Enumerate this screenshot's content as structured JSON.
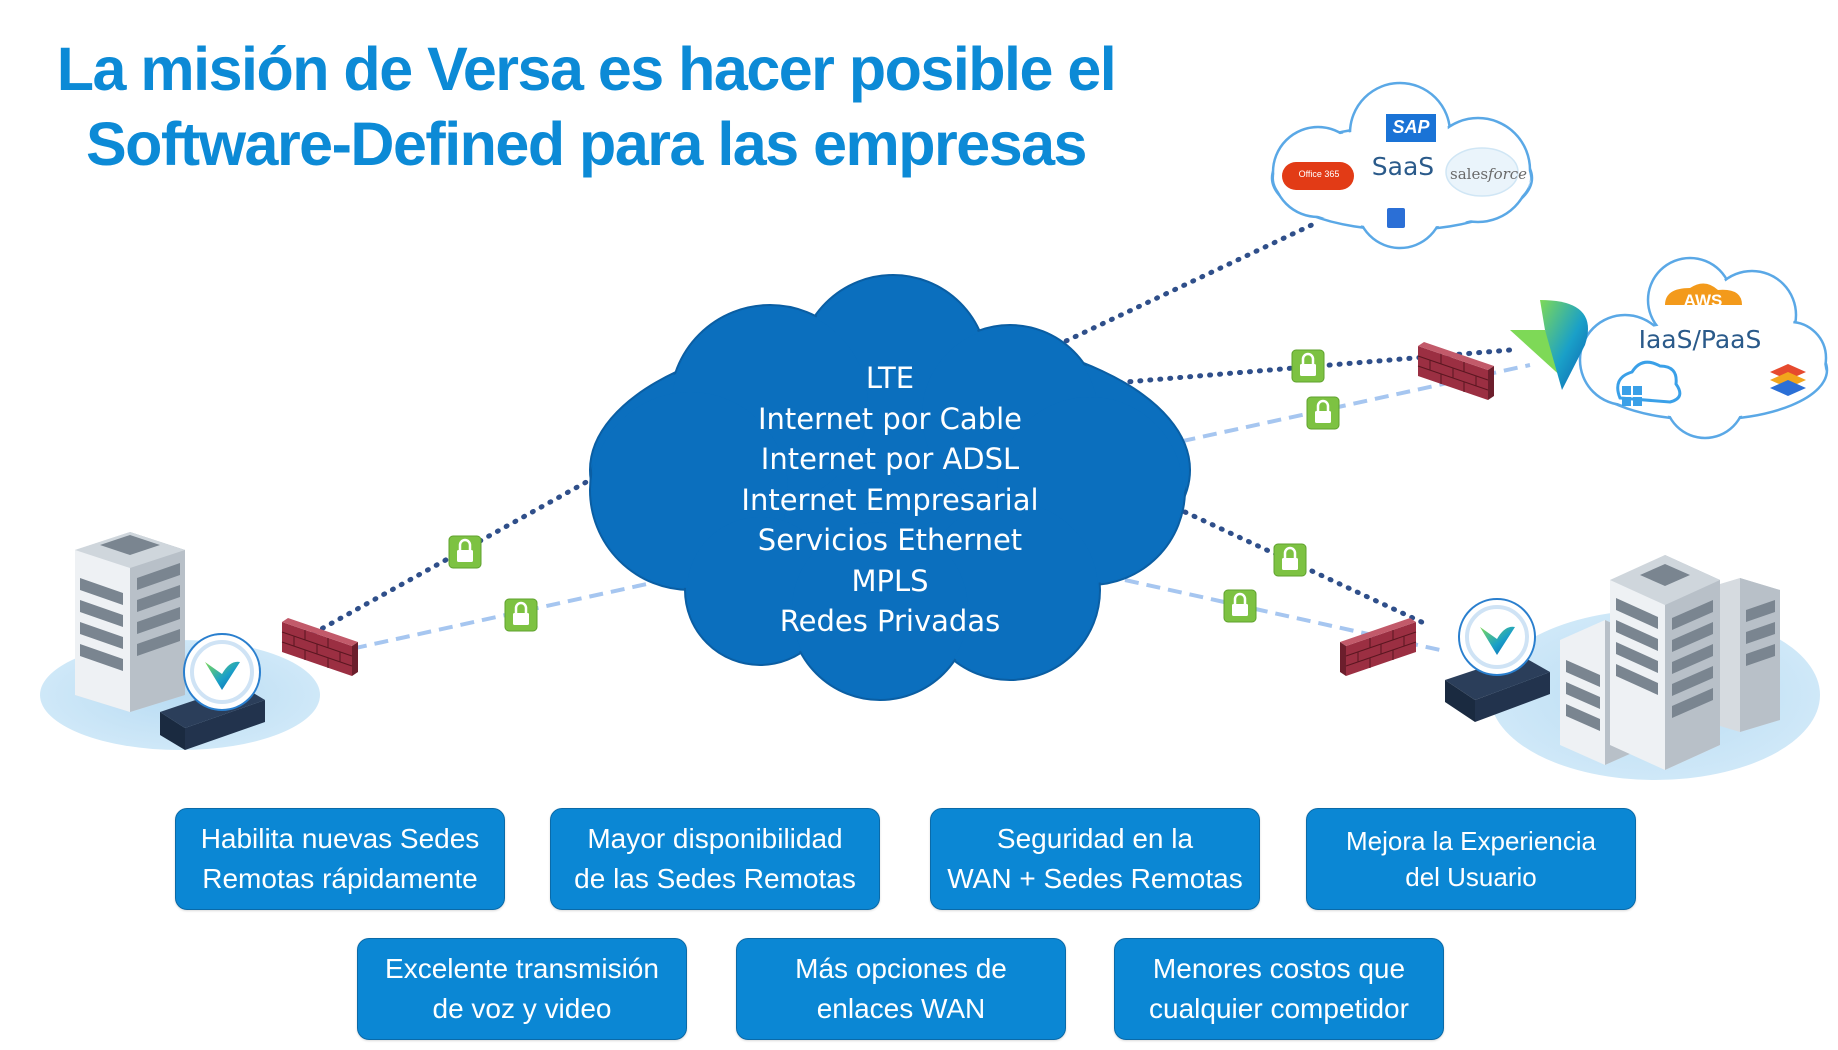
{
  "title": {
    "line1": "La misión de Versa es hacer posible el",
    "line2": "Software-Defined para las empresas"
  },
  "cloud": {
    "items": [
      "LTE",
      "Internet por Cable",
      "Internet por ADSL",
      "Internet Empresarial",
      "Servicios Ethernet",
      "MPLS",
      "Redes Privadas"
    ]
  },
  "saas": {
    "label": "SaaS",
    "logos": {
      "sap": "SAP",
      "office": "Office 365",
      "salesforce_a": "sales",
      "salesforce_b": "force"
    }
  },
  "iaas": {
    "label": "IaaS/PaaS",
    "logos": {
      "aws": "AWS"
    }
  },
  "benefits": {
    "row1": [
      {
        "line1": "Habilita nuevas Sedes",
        "line2": "Remotas rápidamente"
      },
      {
        "line1": "Mayor disponibilidad",
        "line2": "de las Sedes Remotas"
      },
      {
        "line1": "Seguridad en la",
        "line2": "WAN + Sedes Remotas"
      },
      {
        "line1": "Mejora la Experiencia",
        "line2": "del Usuario"
      }
    ],
    "row2": [
      {
        "line1": "Excelente transmisión",
        "line2": "de voz y video"
      },
      {
        "line1": "Más opciones de",
        "line2": "enlaces WAN"
      },
      {
        "line1": "Menores costos que",
        "line2": "cualquier competidor"
      }
    ]
  },
  "colors": {
    "title": "#0c8ad6",
    "cloud": "#0b6fbe",
    "box": "#0b87d4",
    "dotted_link": "#2f4f8a",
    "dashed_link": "#a6c6f0",
    "lock": "#7dc242",
    "firewall": "#8a2a3a"
  }
}
